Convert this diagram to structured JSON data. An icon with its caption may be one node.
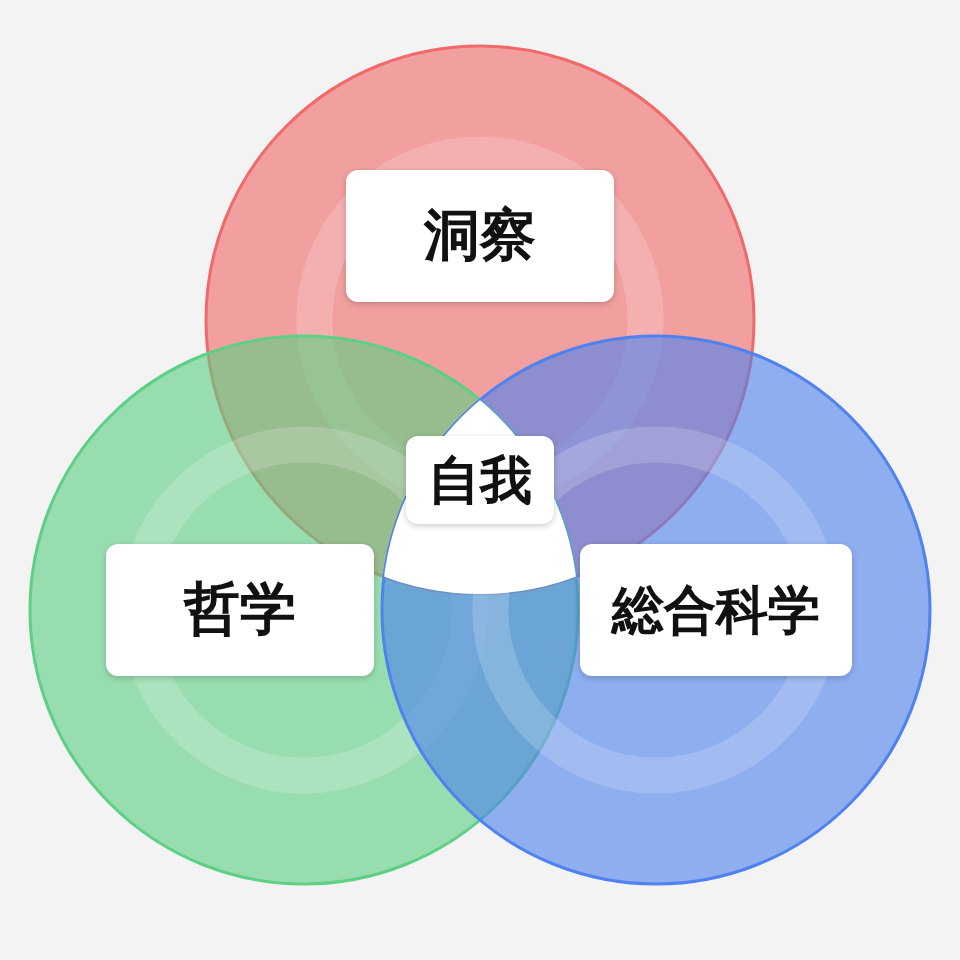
{
  "diagram": {
    "nodes": [
      {
        "text": [
          "洞察"
        ]
      },
      {
        "text": [
          "哲学"
        ]
      },
      {
        "text": [
          "総合科学"
        ]
      },
      {
        "text": [
          "自我"
        ]
      }
    ],
    "edges": []
  }
}
